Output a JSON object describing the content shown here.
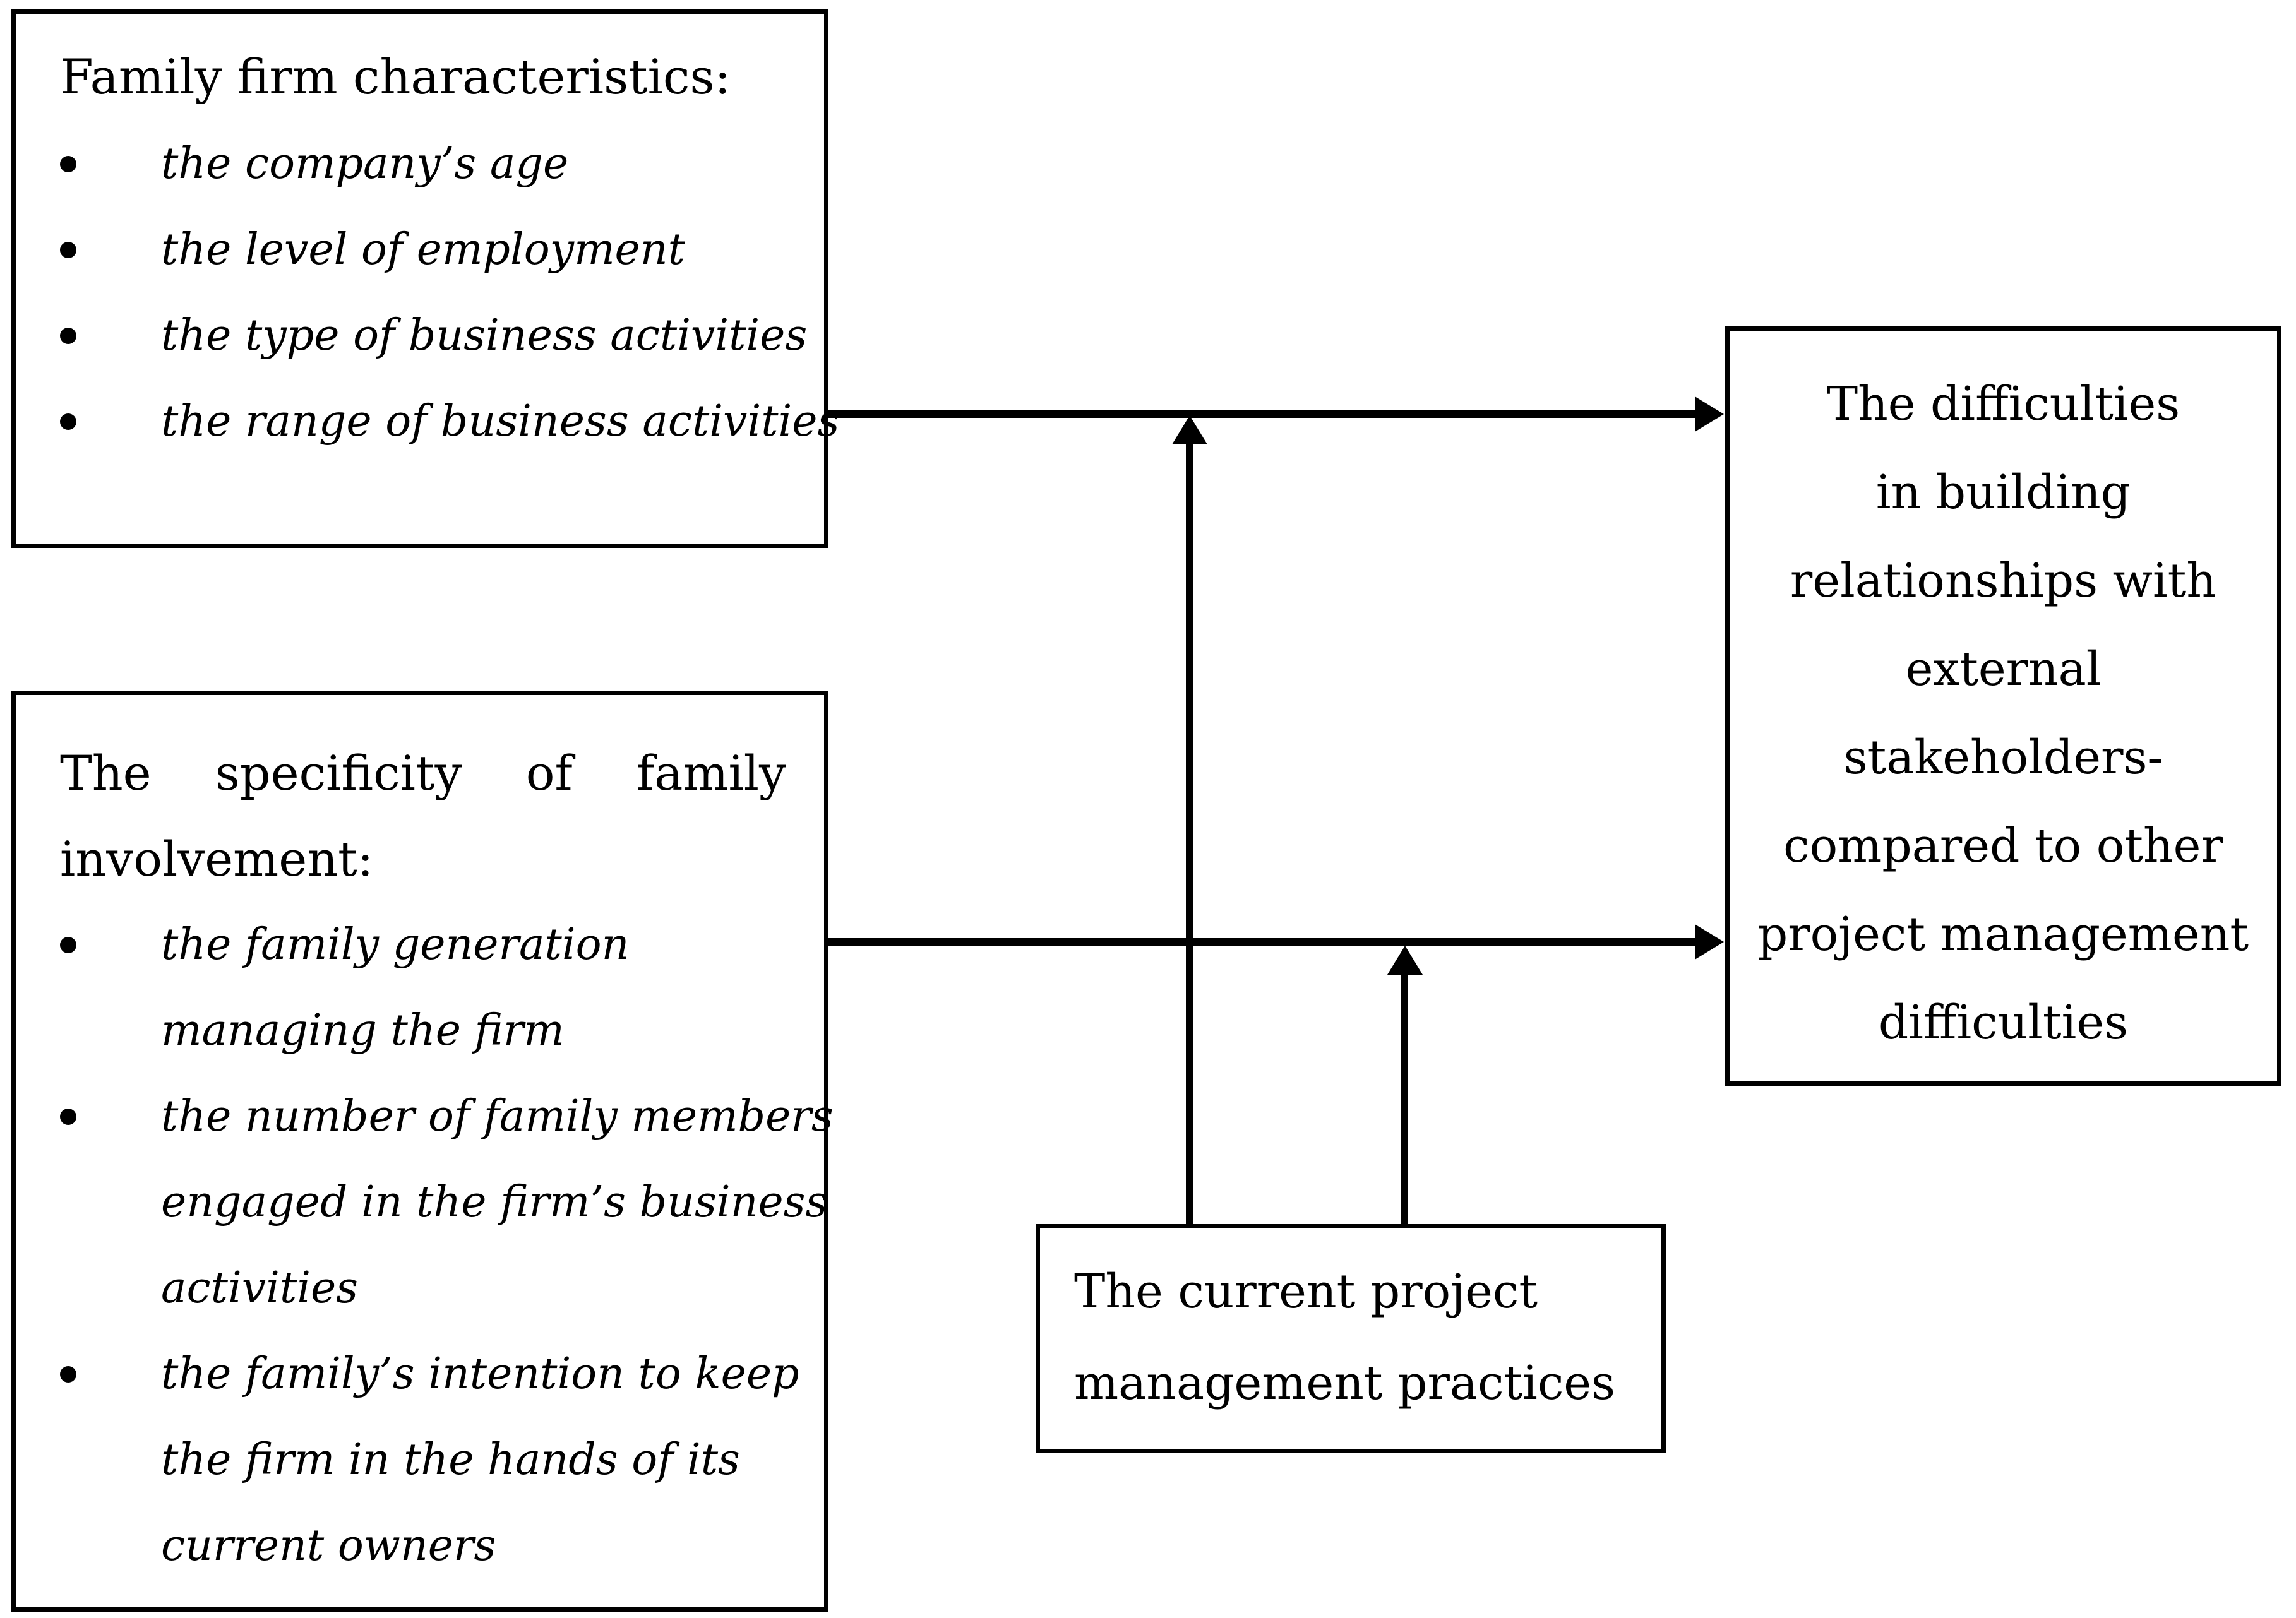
{
  "boxes": {
    "family_firm": {
      "title": "Family firm characteristics:",
      "bullets": [
        "the company’s age",
        "the level of employment",
        "the type of business activities",
        "the range of business activities"
      ]
    },
    "family_involvement": {
      "title_line1": "The specificity of family",
      "title_line2": "involvement:",
      "bullets": [
        "the family generation\nmanaging the firm",
        "the number of family members\nengaged in the firm’s business\nactivities",
        "the family’s intention to keep\nthe firm in the hands of its\ncurrent owners"
      ]
    },
    "pm_practices": {
      "text": "The current project\nmanagement practices"
    },
    "difficulties": {
      "text": "The difficulties\nin building\nrelationships with\nexternal\nstakeholders-\ncompared to other\nproject management\ndifficulties"
    }
  },
  "colors": {
    "line": "#000000",
    "background": "#ffffff"
  }
}
